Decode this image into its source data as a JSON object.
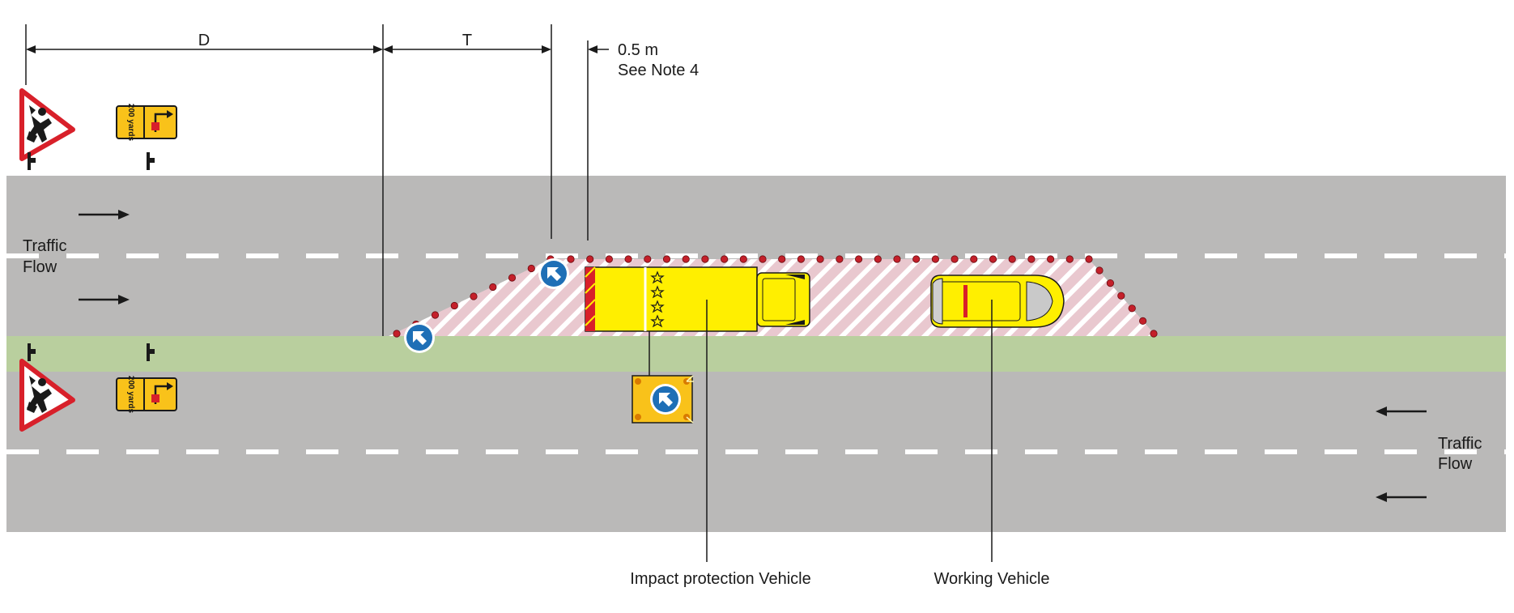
{
  "dimensions": {
    "d_label": "D",
    "t_label": "T",
    "offset_label": "0.5 m",
    "offset_note": "See Note 4"
  },
  "traffic_flow": {
    "line1": "Traffic",
    "line2": "Flow"
  },
  "sign_plates": {
    "distance_text": "200 yards"
  },
  "vehicles": {
    "impact_protection": "Impact protection Vehicle",
    "working": "Working Vehicle"
  },
  "colors": {
    "carriageway": "#bab9b8",
    "central_reserve": "#b9cf9e",
    "lane_marking": "#ffffff",
    "cone": "#c4202a",
    "safety_zone_hatch": "#ffffff",
    "safety_zone_fill": "#e9c8cf",
    "vehicle_yellow": "#ffef00",
    "keep_left_sign": "#1e6fb6",
    "warning_sign_border": "#d8202a",
    "sign_plate": "#f9c21a"
  },
  "icons": {
    "warning_sign": "men-at-work-triangle-icon",
    "keep_left": "keep-left-arrow-icon",
    "traffic_arrow": "traffic-direction-arrow-icon"
  }
}
